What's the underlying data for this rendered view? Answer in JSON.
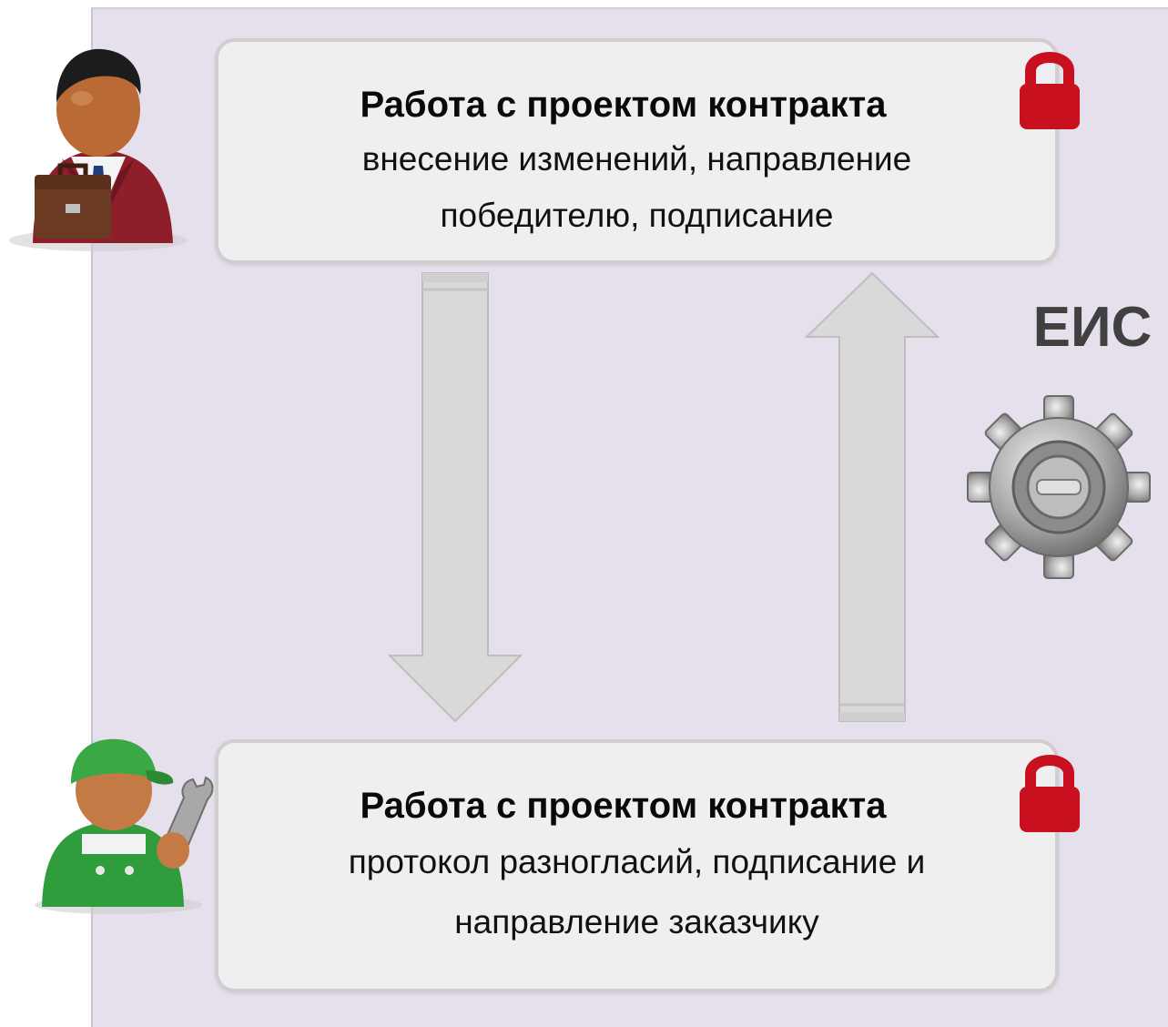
{
  "top_box": {
    "title": "Работа с проектом контракта",
    "text": "внесение изменений, направление победителю, подписание"
  },
  "bottom_box": {
    "title": "Работа с проектом контракта",
    "text": "протокол разногласий, подписание и направление заказчику"
  },
  "system_label": "ЕИС",
  "colors": {
    "panel_background": "#e6dfec",
    "box_background": "#efeef0",
    "lock": "#c8101e",
    "arrow": "#d9d9d9"
  },
  "icons": {
    "customer": "businessman-icon",
    "supplier": "worker-icon",
    "system": "gear-icon",
    "lock": "lock-icon"
  }
}
